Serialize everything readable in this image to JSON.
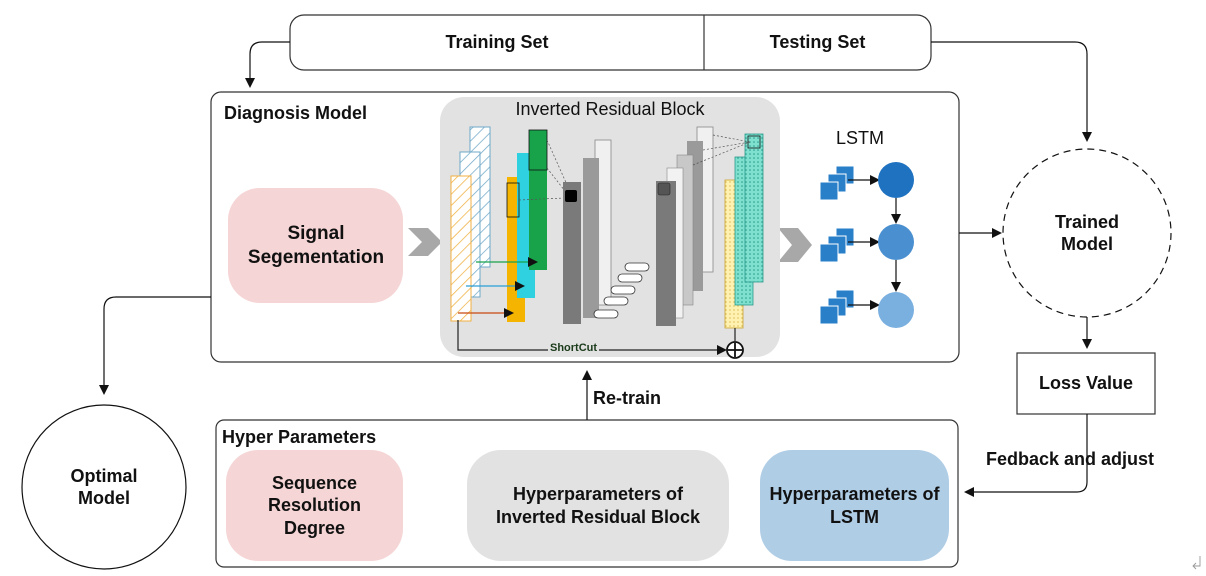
{
  "top_bar": {
    "training": "Training Set",
    "testing": "Testing Set"
  },
  "diagnosis": {
    "title": "Diagnosis Model",
    "signal": "Signal Segementation",
    "irb_title": "Inverted Residual Block",
    "shortcut": "ShortCut",
    "lstm": "LSTM"
  },
  "right": {
    "trained": "Trained Model",
    "loss": "Loss Value",
    "feedback": "Fedback and adjust"
  },
  "left": {
    "optimal": "Optimal Model"
  },
  "retrain": "Re-train",
  "hyper": {
    "title": "Hyper Parameters",
    "seq": "Sequence Resolution Degree",
    "irb": "Hyperparameters of Inverted Residual Block",
    "lstm": "Hyperparameters of LSTM"
  },
  "colors": {
    "pink": "#f5d5d5",
    "gray": "#e2e2e2",
    "blue": "#b0cde6",
    "lstm_node": "#2a7fc9",
    "green": "#18a34a",
    "cyan": "#2fd0e0",
    "yellow": "#f4b400"
  },
  "icons": [
    "chevron-right-icon",
    "plus-circle-icon",
    "return-mark-icon"
  ]
}
